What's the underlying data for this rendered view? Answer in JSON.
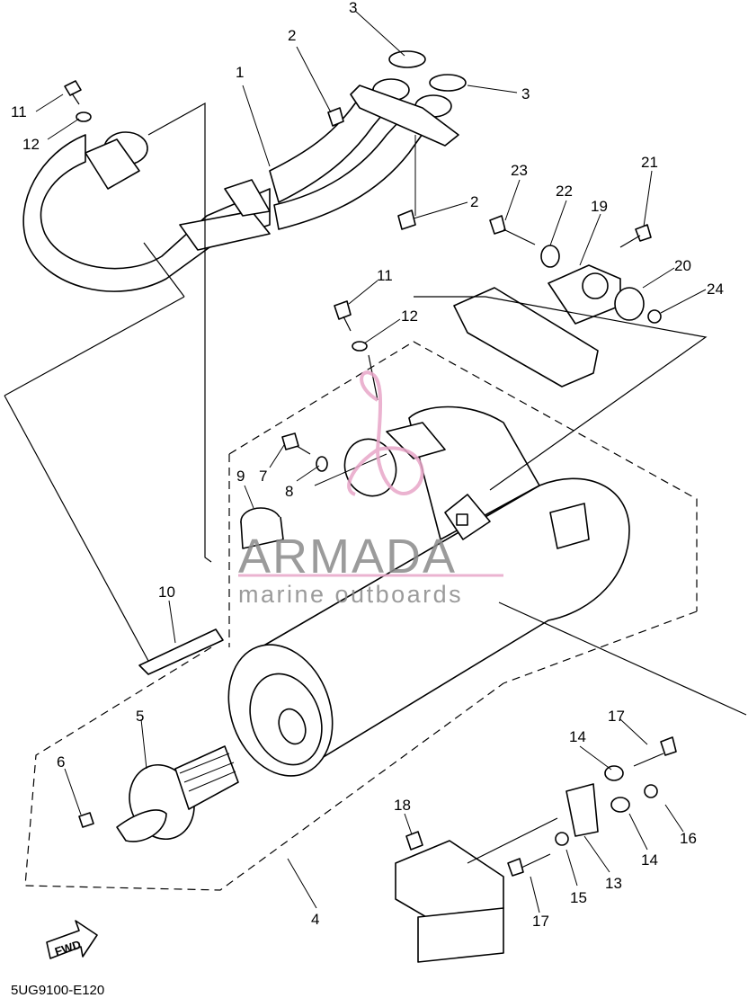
{
  "diagram_code": "5UG9100-E120",
  "fwd_label": "FWD",
  "watermark": {
    "brand": "ARMADA",
    "tagline": "marine outboards",
    "accent_color": "#e8a6c8",
    "text_color": "#8a8a8a"
  },
  "callouts": {
    "c1": "1",
    "c2a": "2",
    "c2b": "2",
    "c3a": "3",
    "c3b": "3",
    "c4": "4",
    "c5": "5",
    "c6": "6",
    "c7": "7",
    "c8": "8",
    "c9": "9",
    "c10": "10",
    "c11a": "11",
    "c11b": "11",
    "c12a": "12",
    "c12b": "12",
    "c13": "13",
    "c14a": "14",
    "c14b": "14",
    "c15": "15",
    "c16": "16",
    "c17a": "17",
    "c17b": "17",
    "c18": "18",
    "c19": "19",
    "c20": "20",
    "c21": "21",
    "c22": "22",
    "c23": "23",
    "c24": "24"
  }
}
